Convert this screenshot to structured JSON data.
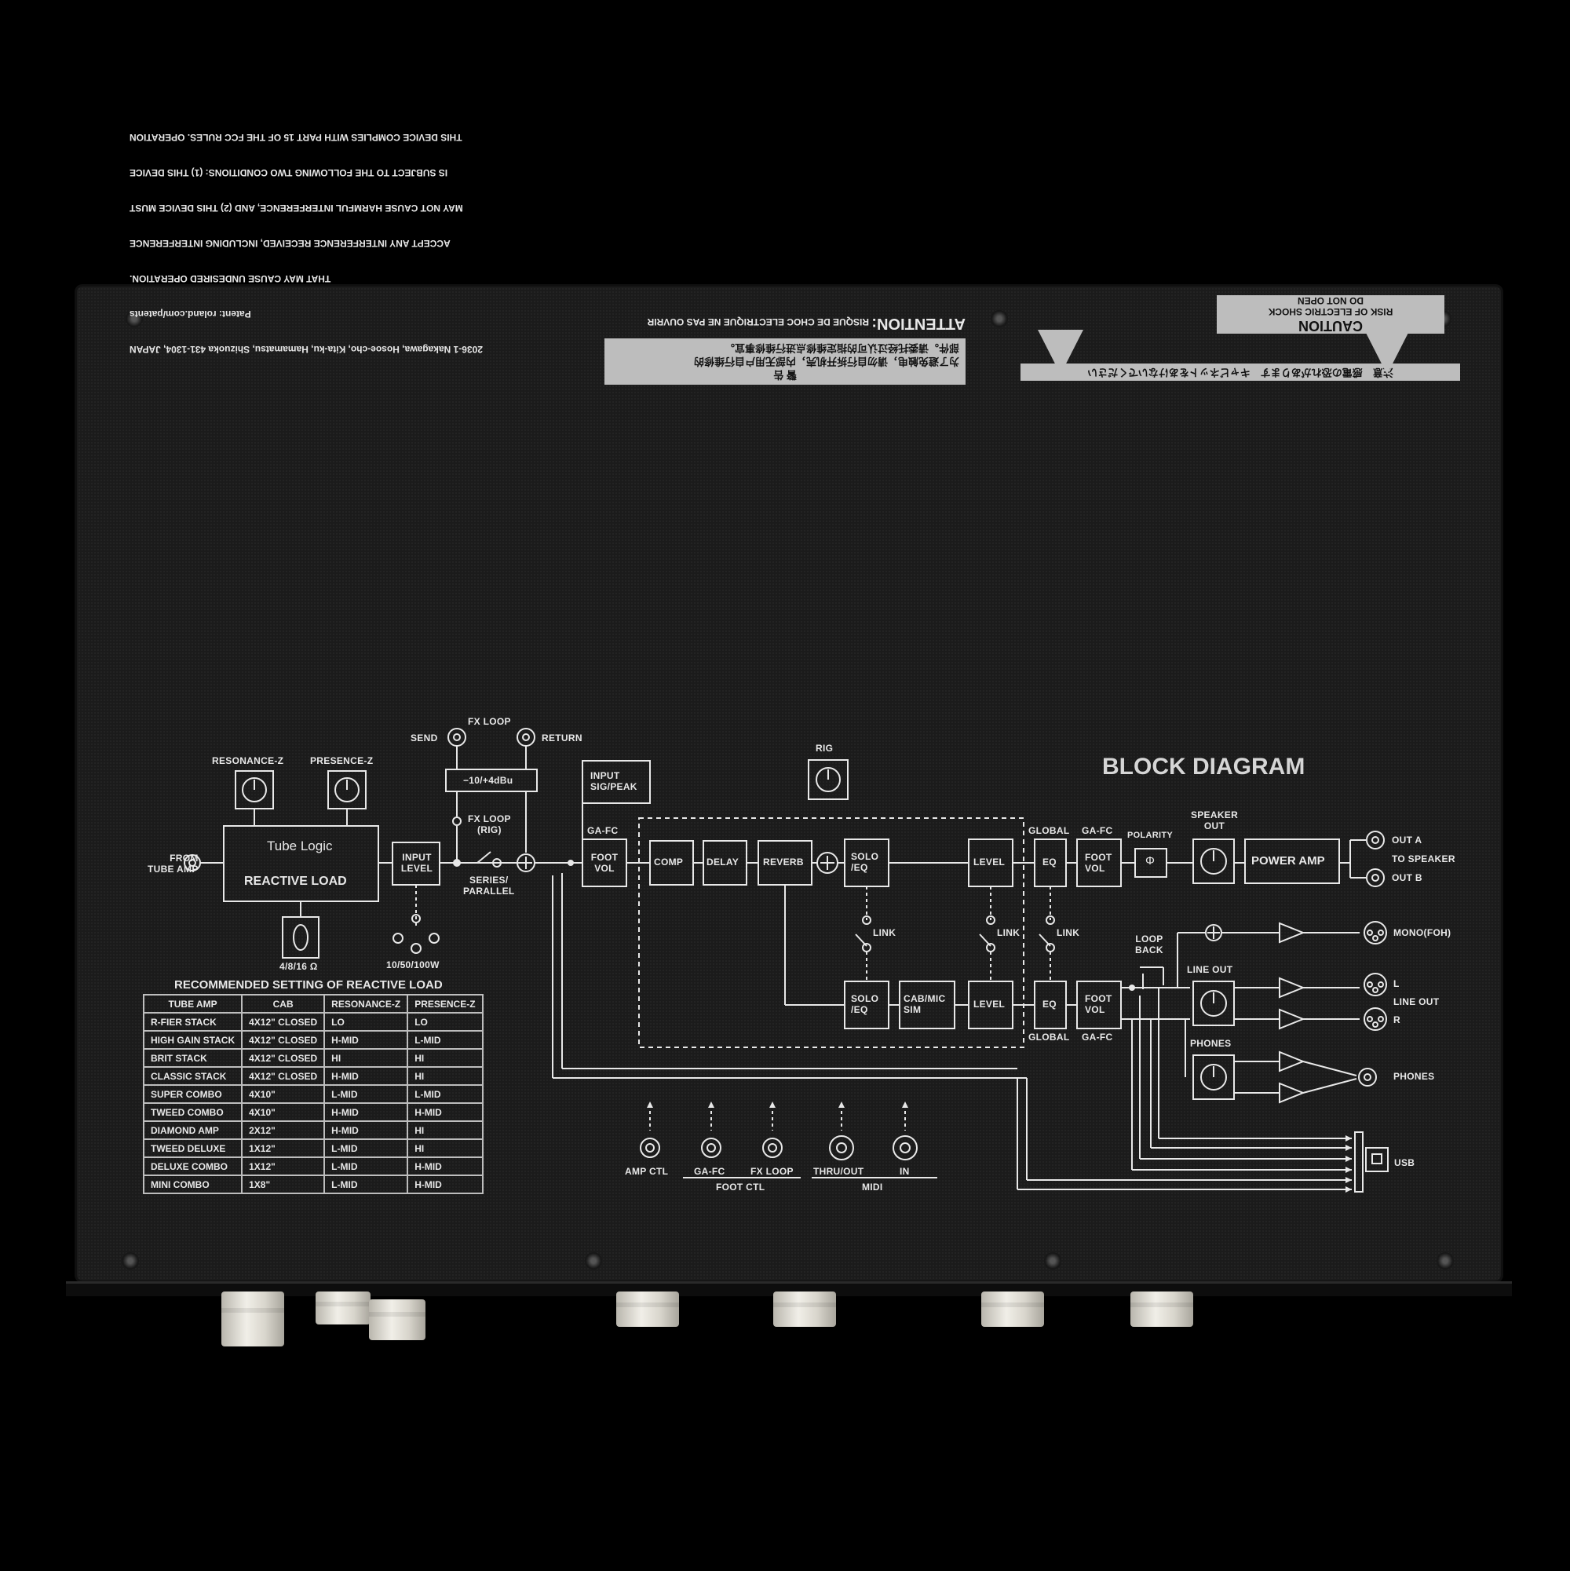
{
  "legal": {
    "fcc_lines": [
      "THIS DEVICE COMPLIES WITH PART 15 OF THE FCC RULES. OPERATION",
      "IS SUBJECT TO THE FOLLOWING TWO CONDITIONS: (1) THIS DEVICE",
      "MAY NOT CAUSE HARMFUL INTERFERENCE, AND (2) THIS DEVICE MUST",
      "ACCEPT ANY INTERFERENCE RECEIVED, INCLUDING INTERFERENCE",
      "THAT MAY CAUSE UNDESIRED OPERATION."
    ],
    "patent": "Patent: roland.com/patents",
    "address": "2036-1 Nakagawa, Hosoe-cho, Kita-ku, Hamamatsu, Shizuoka 431-1304, JAPAN",
    "attention_title": "ATTENTION:",
    "attention_text": "RISQUE DE CHOC ELECTRIQUE NE PAS OUVRIR",
    "warning_cn_title": "警 告",
    "warning_cn_line1": "为了避免触电，请勿自行拆开机壳，内部无用户自行维修的",
    "warning_cn_line2": "部件。请委托经过认可的指定维修点进行维修事宜。",
    "caution_title": "CAUTION",
    "caution_line1": "RISK OF ELECTRIC SHOCK",
    "caution_line2": "DO NOT OPEN",
    "jp_notice": "注意　感電の恐れがあります　キャビネットをあけないでください"
  },
  "diagram": {
    "title": "BLOCK DIAGRAM",
    "from_tube_amp": [
      "FROM",
      "TUBE AMP"
    ],
    "resonance_z": "RESONANCE-Z",
    "presence_z": "PRESENCE-Z",
    "tube_logic": "Tube Logic",
    "reactive_load": "REACTIVE LOAD",
    "impedance": "4/8/16 Ω",
    "input_level": [
      "INPUT",
      "LEVEL"
    ],
    "wattage": "10/50/100W",
    "fx_loop": "FX LOOP",
    "send": "SEND",
    "return": "RETURN",
    "fx_level": "−10/+4dBu",
    "fx_loop_rig": [
      "FX LOOP",
      "(RIG)"
    ],
    "series_parallel": [
      "SERIES/",
      "PARALLEL"
    ],
    "input_sig_peak": [
      "INPUT",
      "SIG/PEAK"
    ],
    "ga_fc": "GA-FC",
    "foot_vol": [
      "FOOT",
      "VOL"
    ],
    "comp": "COMP",
    "delay": "DELAY",
    "reverb": "REVERB",
    "rig": "RIG",
    "solo_eq": [
      "SOLO",
      "/EQ"
    ],
    "level": "LEVEL",
    "link": "LINK",
    "cab_mic_sim": [
      "CAB/MIC",
      "SIM"
    ],
    "global": "GLOBAL",
    "eq": "EQ",
    "polarity": "POLARITY",
    "polarity_symbol": "Φ",
    "speaker_out": [
      "SPEAKER",
      "OUT"
    ],
    "power_amp": "POWER AMP",
    "out_a": "OUT A",
    "to_speaker": "TO SPEAKER",
    "out_b": "OUT B",
    "mono_foh": "MONO(FOH)",
    "loop_back": [
      "LOOP",
      "BACK"
    ],
    "line_out": "LINE OUT",
    "l": "L",
    "r": "R",
    "phones": "PHONES",
    "usb": "USB",
    "amp_ctl": "AMP CTL",
    "ga_fc_port": "GA-FC",
    "fx_loop_port": "FX LOOP",
    "thru_out": "THRU/OUT",
    "in": "IN",
    "foot_ctl": "FOOT CTL",
    "midi": "MIDI"
  },
  "recommended": {
    "title": "RECOMMENDED SETTING OF REACTIVE LOAD",
    "headers": [
      "TUBE AMP",
      "CAB",
      "RESONANCE-Z",
      "PRESENCE-Z"
    ],
    "rows": [
      [
        "R-FIER STACK",
        "4X12\" CLOSED",
        "LO",
        "LO"
      ],
      [
        "HIGH GAIN STACK",
        "4X12\" CLOSED",
        "H-MID",
        "L-MID"
      ],
      [
        "BRIT STACK",
        "4X12\" CLOSED",
        "HI",
        "HI"
      ],
      [
        "CLASSIC STACK",
        "4X12\" CLOSED",
        "H-MID",
        "HI"
      ],
      [
        "SUPER COMBO",
        "4X10\"",
        "L-MID",
        "L-MID"
      ],
      [
        "TWEED COMBO",
        "4X10\"",
        "H-MID",
        "H-MID"
      ],
      [
        "DIAMOND AMP",
        "2X12\"",
        "H-MID",
        "HI"
      ],
      [
        "TWEED DELUXE",
        "1X12\"",
        "L-MID",
        "HI"
      ],
      [
        "DELUXE COMBO",
        "1X12\"",
        "L-MID",
        "H-MID"
      ],
      [
        "MINI COMBO",
        "1X8\"",
        "L-MID",
        "H-MID"
      ]
    ]
  },
  "colors": {
    "panel": "#1b1b1b",
    "print": "#e8e8e8",
    "label_bg": "#bdbdbd"
  }
}
